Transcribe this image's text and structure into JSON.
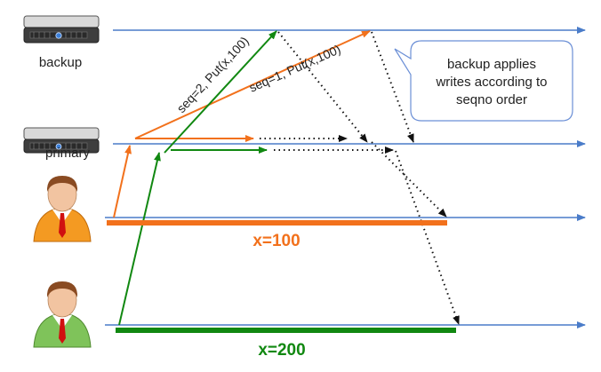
{
  "nodes": {
    "backup": {
      "label": "backup",
      "icon": "server-icon"
    },
    "primary": {
      "label": "primary",
      "icon": "server-icon"
    },
    "client_orange": {
      "icon": "person-icon",
      "shirt_color": "#f49a22"
    },
    "client_green": {
      "icon": "person-icon",
      "shirt_color": "#6ab04c"
    }
  },
  "messages": {
    "seq2": "seq=2, Put(x,100)",
    "seq1": "seq=1, Put(x,100)"
  },
  "callout": {
    "lines": [
      "backup applies",
      "writes according to",
      "seqno order"
    ]
  },
  "results": {
    "orange": "x=100",
    "green": "x=200"
  },
  "colors": {
    "timeline": "#4a7cc9",
    "orange": "#f2711c",
    "green": "#118811",
    "text": "#222222",
    "callout_border": "#6b8fd6"
  }
}
